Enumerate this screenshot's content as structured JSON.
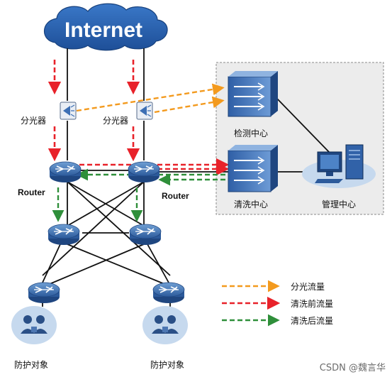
{
  "internet": {
    "label": "Internet"
  },
  "splitters": [
    {
      "label": "分光器"
    },
    {
      "label": "分光器"
    }
  ],
  "routers": [
    {
      "label": "Router"
    },
    {
      "label": "Router"
    }
  ],
  "centers": {
    "detect": "检测中心",
    "clean": "清洗中心",
    "manage": "管理中心"
  },
  "targets": [
    {
      "label": "防护对象"
    },
    {
      "label": "防护对象"
    }
  ],
  "legend": [
    {
      "label": "分光流量",
      "color": "#f39a1e"
    },
    {
      "label": "清洗前流量",
      "color": "#e8222a"
    },
    {
      "label": "清洗后流量",
      "color": "#2f8f3a"
    }
  ],
  "watermark": "CSDN @魏言华"
}
